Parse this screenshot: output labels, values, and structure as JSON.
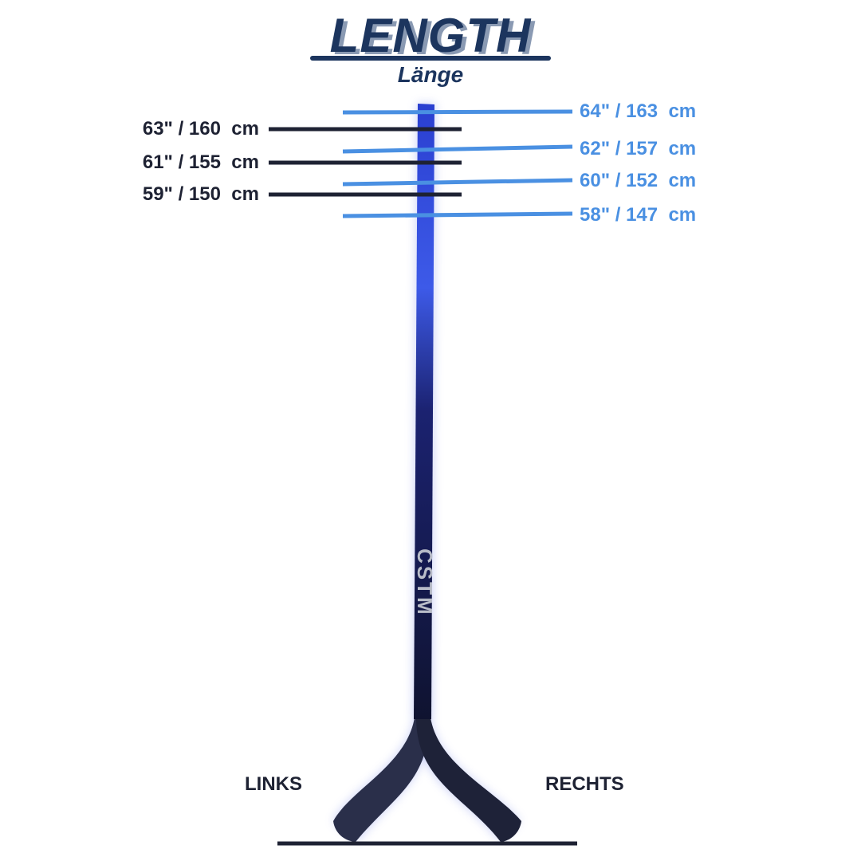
{
  "header": {
    "title": "LENGTH",
    "subtitle": "Länge"
  },
  "left_sizes": [
    "63\" / 160  cm",
    "61\" / 155  cm",
    "59\" / 150  cm"
  ],
  "right_sizes": [
    "64\" / 163  cm",
    "62\" / 157  cm",
    "60\" / 152  cm",
    "58\" / 147  cm"
  ],
  "sides": {
    "left": "LINKS",
    "right": "RECHTS"
  },
  "stick": {
    "brand": "CSTM"
  },
  "colors": {
    "navy": "#1c355e",
    "dark": "#1e2233",
    "blue": "#4a90e2",
    "stick_blue": "#2f4bd8"
  }
}
